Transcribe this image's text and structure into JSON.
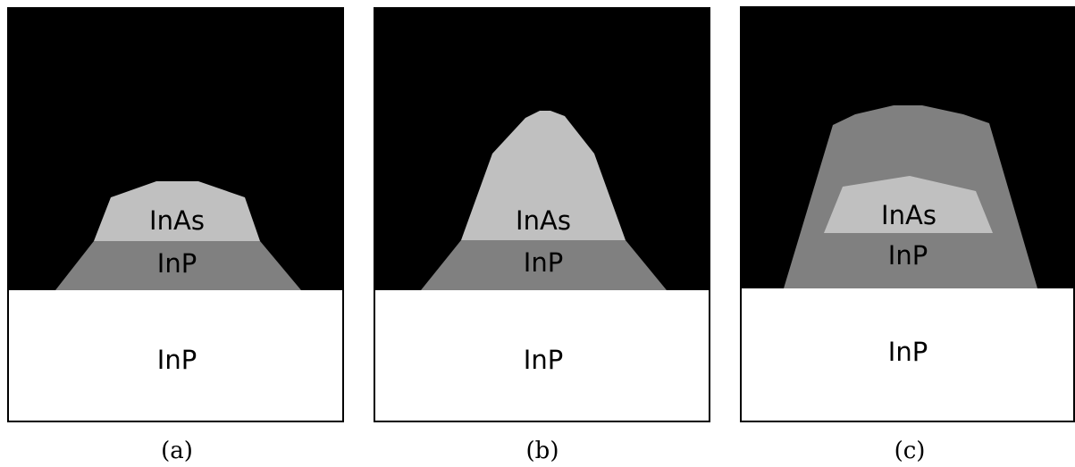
{
  "colors": {
    "background": "#000000",
    "substrate": "#ffffff",
    "inp_layer": "#808080",
    "inas_layer": "#c0c0c0",
    "frame": "#000000"
  },
  "panels": [
    {
      "caption": "(a)",
      "labels": {
        "inas": "InAs",
        "inp_layer": "InP",
        "substrate": "InP"
      }
    },
    {
      "caption": "(b)",
      "labels": {
        "inas": "InAs",
        "inp_layer": "InP",
        "substrate": "InP"
      }
    },
    {
      "caption": "(c)",
      "labels": {
        "inas": "InAs",
        "inp_layer": "InP",
        "substrate": "InP"
      }
    }
  ]
}
